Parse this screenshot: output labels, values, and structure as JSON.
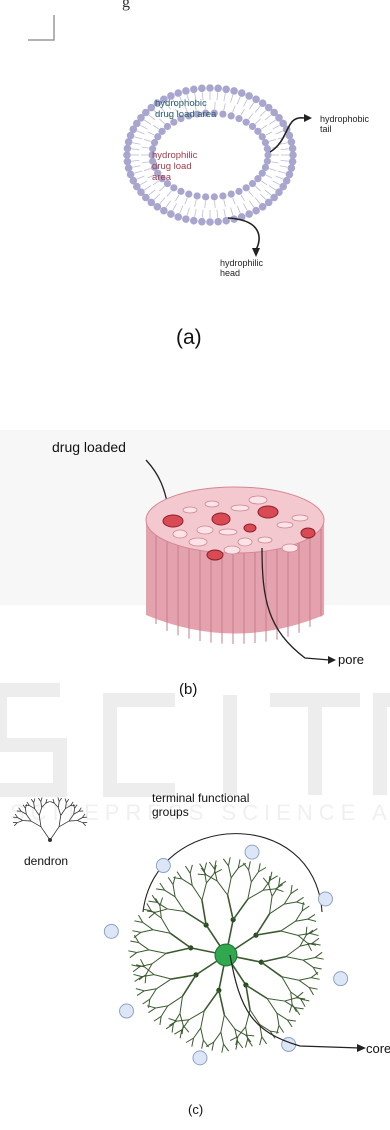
{
  "page": {
    "top_fragment": "g",
    "watermark_text": "SCITEPRESS SCIENCE AND TECHNOLOGY PUBLICATIONS"
  },
  "panel_a": {
    "caption": "(a)",
    "labels": {
      "outer_region": [
        "hydrophobic",
        "drug load area"
      ],
      "inner_region": [
        "hydrophilic",
        "drug load",
        "area"
      ],
      "tail": [
        "hydrophobic",
        "tail"
      ],
      "head": [
        "hydrophilic",
        "head"
      ]
    },
    "colors": {
      "head": "#a8a6cf",
      "outer_text": "#2b5a6a",
      "inner_text": "#a23a4a"
    }
  },
  "panel_b": {
    "caption": "(b)",
    "labels": {
      "drug": "drug loaded",
      "pore": "pore"
    },
    "colors": {
      "body": "#e3a2ad",
      "top": "#f4c8cf",
      "drug": "#d94a55"
    }
  },
  "panel_c": {
    "caption": "(c)",
    "labels": {
      "terminal": [
        "terminal functional",
        "groups"
      ],
      "dendron": "dendron",
      "core": "core"
    },
    "colors": {
      "branch": "#3a5a2e",
      "core": "#2fa84f",
      "terminal": "#dde6f6"
    }
  }
}
